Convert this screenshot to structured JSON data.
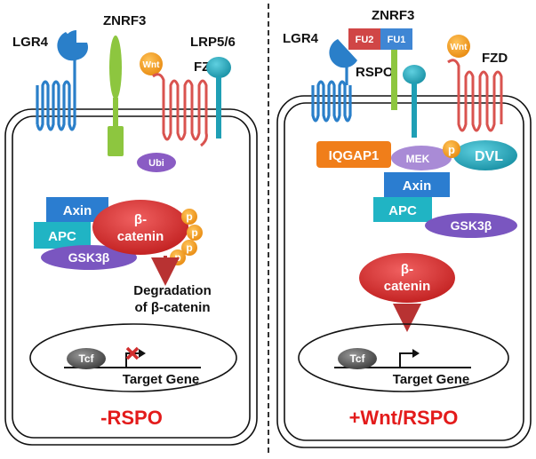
{
  "colors": {
    "membrane": "#2a7fc9",
    "receptor_red": "#d9534f",
    "znrf3_green": "#8dc63f",
    "lrp_teal": "#1f9fb5",
    "wnt_orange": "#f28c28",
    "ubi_purple": "#8a5cc4",
    "axin_blue": "#2b7dd0",
    "apc_teal": "#20b4c4",
    "gsk_purple": "#7a56c0",
    "catenin_red": "#dd2f2f",
    "p_orange": "#f29e1f",
    "iqgap_orange": "#f07e1a",
    "dvl_teal": "#29b6c8",
    "mek_purple": "#a98bd6",
    "fu_red": "#d04646",
    "fu_blue": "#3f86d4",
    "title_red": "#e31b1b",
    "arrow_red": "#b83232"
  },
  "left": {
    "lgr4": "LGR4",
    "znrf3": "ZNRF3",
    "lrp56": "LRP5/6",
    "fzd": "FZD",
    "wnt": "Wnt",
    "ubi": "Ubi",
    "axin": "Axin",
    "apc": "APC",
    "gsk3b": "GSK3β",
    "catenin_line1": "β-",
    "catenin_line2": "catenin",
    "p_labels": [
      "p",
      "p",
      "p",
      "p"
    ],
    "degradation_line1": "Degradation",
    "degradation_line2": "of β-catenin",
    "tcf": "Tcf",
    "target_gene": "Target Gene",
    "title": "-RSPO"
  },
  "right": {
    "lgr4": "LGR4",
    "znrf3": "ZNRF3",
    "fu2": "FU2",
    "fu1": "FU1",
    "rspo": "RSPO",
    "wnt": "Wnt",
    "fzd": "FZD",
    "iqgap1": "IQGAP1",
    "mek": "MEK",
    "p": "p",
    "dvl": "DVL",
    "axin": "Axin",
    "apc": "APC",
    "gsk3b": "GSK3β",
    "catenin_line1": "β-",
    "catenin_line2": "catenin",
    "tcf": "Tcf",
    "target_gene": "Target Gene",
    "title": "+Wnt/RSPO"
  }
}
